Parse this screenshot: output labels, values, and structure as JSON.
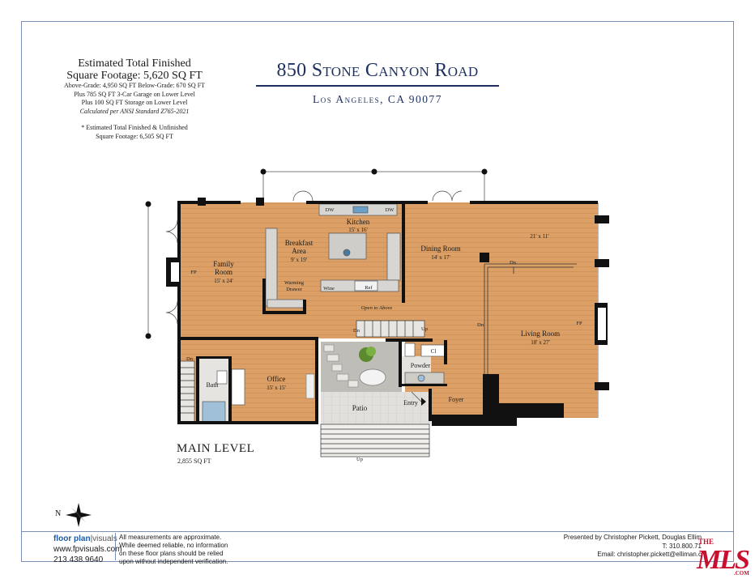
{
  "sqft_block": {
    "heading_line1": "Estimated Total Finished",
    "heading_line2": "Square Footage: 5,620 SQ FT",
    "line1": "Above-Grade: 4,950 SQ FT   Below-Grade: 670 SQ FT",
    "line2": "Plus 785 SQ FT 3-Car Garage on Lower Level",
    "line3": "Plus 100 SQ FT  Storage on Lower Level",
    "line4": "Calculated per ANSI Standard Z765-2021",
    "note_line1": "* Estimated Total Finished & Unfinished",
    "note_line2": "Square Footage: 6,505 SQ FT"
  },
  "address": {
    "street": "850 Stone Canyon Road",
    "city": "Los Angeles, CA 90077"
  },
  "plan": {
    "level": "MAIN LEVEL",
    "level_sqft": "2,855 SQ FT",
    "rooms": {
      "family": {
        "name1": "Family",
        "name2": "Room",
        "dim": "15' x 24'"
      },
      "breakfast": {
        "name1": "Breakfast",
        "name2": "Area",
        "dim": "9' x 19'"
      },
      "kitchen": {
        "name": "Kitchen",
        "dim": "15' x 16'"
      },
      "dining": {
        "name": "Dining Room",
        "dim": "14' x 17'"
      },
      "living": {
        "name": "Living Room",
        "dim": "18' x 27'"
      },
      "office": {
        "name": "Office",
        "dim": "15' x 15'"
      },
      "extra_dim": "21' x 11'",
      "bath": "Bath",
      "powder": "Powder",
      "foyer": "Foyer",
      "entry": "Entry",
      "patio": "Patio",
      "closet": "Cl"
    },
    "labels": {
      "fp": "FP",
      "dw": "DW",
      "wine": "Wine",
      "ref": "Ref",
      "warming1": "Warming",
      "warming2": "Drawer",
      "open_above": "Open to Above",
      "dn": "Dn",
      "up": "Up"
    }
  },
  "compass": {
    "north": "N"
  },
  "footer": {
    "brand_bold": "floor plan",
    "brand_sep": "|",
    "brand_rest": "visuals",
    "website": "www.fpvisuals.com",
    "phone": "213.438.9640",
    "disclaimer1": "All measurements are approximate.",
    "disclaimer2": "While deemed reliable, no information",
    "disclaimer3": "on these floor plans should be relied",
    "disclaimer4": "upon without independent verification.",
    "presented": "Presented by Christopher Pickett, Douglas Ellim",
    "agent_phone": "T: 310.800.71",
    "agent_email": "Email: christopher.pickett@elliman.c"
  },
  "watermark": {
    "logo_text": "THE MLS",
    "domain": ".COM"
  },
  "colors": {
    "accent_blue": "#1d2f5e",
    "floor_wood": "#dca066",
    "wall": "#111111"
  }
}
